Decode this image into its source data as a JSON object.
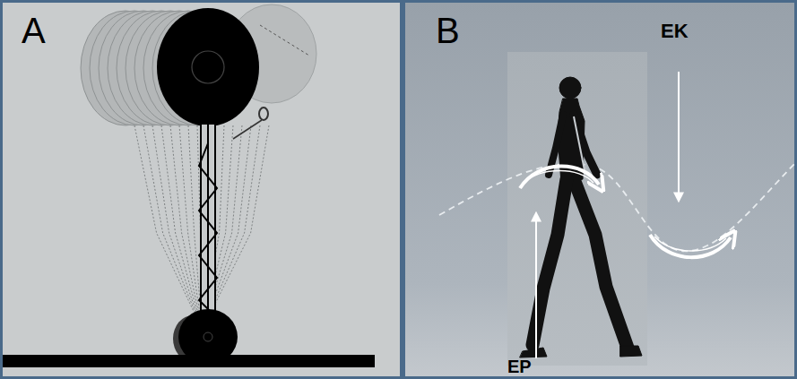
{
  "diagram": {
    "labels": [
      "A",
      "B",
      "EK",
      "EP"
    ]
  }
}
